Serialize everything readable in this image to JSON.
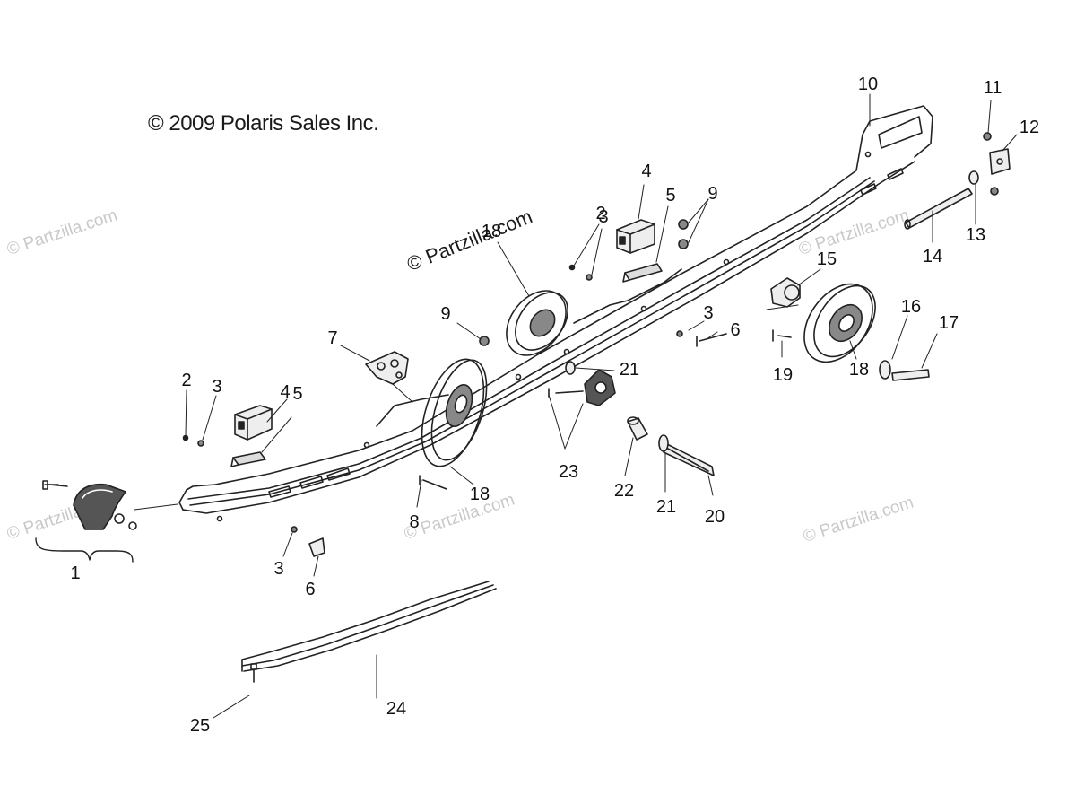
{
  "copyright": "© 2009 Polaris Sales Inc.",
  "watermark_main": "© Partzilla.com",
  "watermark_faint": "© Partzilla.com",
  "callouts": {
    "c1": "1",
    "c2a": "2",
    "c2b": "2",
    "c3a": "3",
    "c3b": "3",
    "c3c": "3",
    "c3d": "3",
    "c4a": "4",
    "c4b": "4",
    "c5a": "5",
    "c5b": "5",
    "c6a": "6",
    "c6b": "6",
    "c7": "7",
    "c8": "8",
    "c9a": "9",
    "c9b": "9",
    "c10": "10",
    "c11": "11",
    "c12": "12",
    "c13": "13",
    "c14": "14",
    "c15": "15",
    "c16": "16",
    "c17": "17",
    "c18a": "18",
    "c18b": "18",
    "c18c": "18",
    "c19": "19",
    "c20": "20",
    "c21a": "21",
    "c21b": "21",
    "c22": "22",
    "c23": "23",
    "c24": "24",
    "c25": "25"
  }
}
